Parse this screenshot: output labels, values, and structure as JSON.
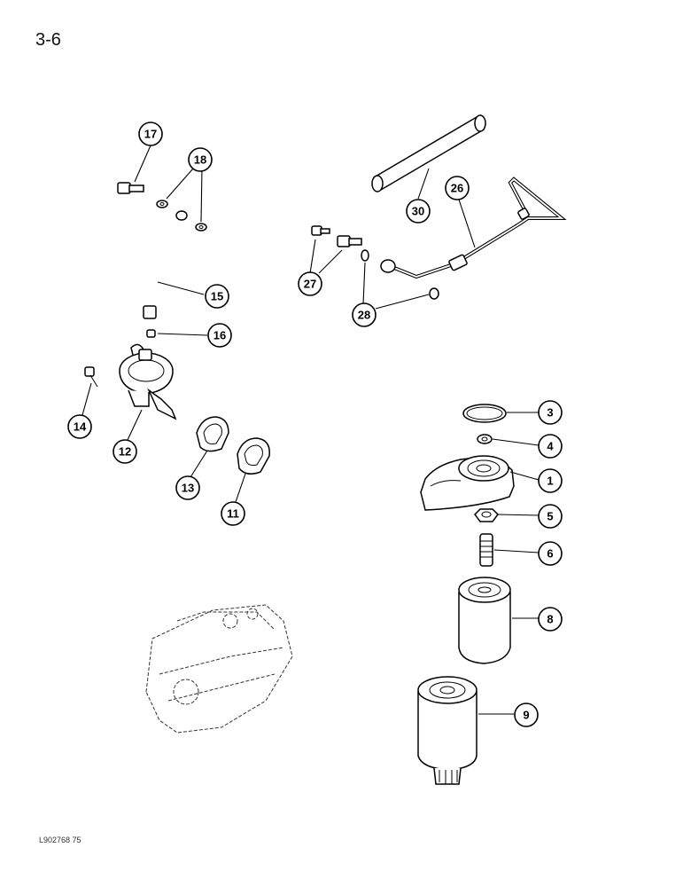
{
  "page": {
    "number": "3-6",
    "figure_code": "L902768 75"
  },
  "callouts": [
    {
      "id": "c17",
      "label": "17"
    },
    {
      "id": "c18",
      "label": "18"
    },
    {
      "id": "c15",
      "label": "15"
    },
    {
      "id": "c16",
      "label": "16"
    },
    {
      "id": "c14",
      "label": "14"
    },
    {
      "id": "c12",
      "label": "12"
    },
    {
      "id": "c13",
      "label": "13"
    },
    {
      "id": "c11",
      "label": "11"
    },
    {
      "id": "c30",
      "label": "30"
    },
    {
      "id": "c26",
      "label": "26"
    },
    {
      "id": "c27",
      "label": "27"
    },
    {
      "id": "c28",
      "label": "28"
    },
    {
      "id": "c3",
      "label": "3"
    },
    {
      "id": "c4",
      "label": "4"
    },
    {
      "id": "c1",
      "label": "1"
    },
    {
      "id": "c5",
      "label": "5"
    },
    {
      "id": "c6",
      "label": "6"
    },
    {
      "id": "c8",
      "label": "8"
    },
    {
      "id": "c9",
      "label": "9"
    }
  ]
}
